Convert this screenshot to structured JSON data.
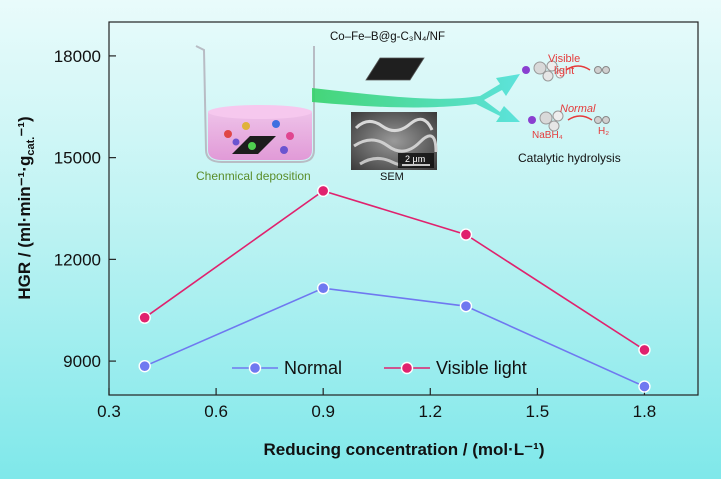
{
  "chart_data": {
    "type": "line",
    "x": [
      0.4,
      0.9,
      1.3,
      1.8
    ],
    "series": [
      {
        "name": "Normal",
        "color": "#6f78f0",
        "values": [
          8850,
          11150,
          10620,
          8250
        ]
      },
      {
        "name": "Visible light",
        "color": "#e0226e",
        "values": [
          10280,
          14020,
          12730,
          9330
        ]
      }
    ],
    "xlim": [
      0.3,
      1.95
    ],
    "ylim": [
      8000,
      19000
    ],
    "x_ticks": [
      "0.3",
      "0.6",
      "0.9",
      "1.2",
      "1.5",
      "1.8"
    ],
    "y_ticks": [
      "9000",
      "12000",
      "15000",
      "18000"
    ],
    "xlabel": "Reducing concentration / (mol·L⁻¹)",
    "ylabel": "HGR / (ml·min⁻¹·g",
    "ylabel_sub": "cat.",
    "ylabel_end": "⁻¹)",
    "legend_position": "bottom-center",
    "grid": false
  },
  "inset": {
    "catalyst_label": "Co–Fe–B@g-C₃N₄/NF",
    "deposition_label": "Chenmical deposition",
    "sem_label": "SEM",
    "scale_bar": "2 μm",
    "visible_label": "Visible",
    "light_label": "light",
    "normal_label": "Normal",
    "nabh4_label": "NaBH₄",
    "h2_label": "H₂",
    "hydrolysis_label": "Catalytic hydrolysis"
  }
}
